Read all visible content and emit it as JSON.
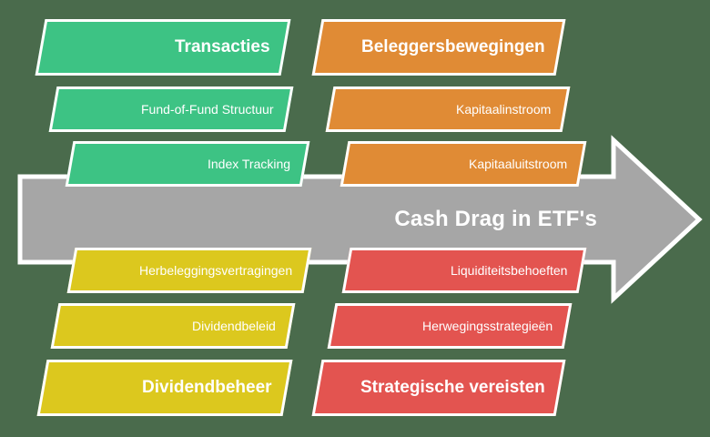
{
  "diagram": {
    "type": "fishbone-arrow",
    "title": "Cash Drag in ETF's",
    "background_color": "#4a6b4c",
    "arrow_color": "#a6a6a6",
    "border_color": "#ffffff",
    "text_color": "#ffffff"
  },
  "arrow": {
    "label": "Cash Drag in ETF's"
  },
  "branches": [
    {
      "id": "transacties",
      "color": "#3dc384",
      "position": "top-left",
      "header": "Transacties",
      "items": [
        "Fund-of-Fund Structuur",
        "Index Tracking"
      ]
    },
    {
      "id": "beleggersbewegingen",
      "color": "#e08b35",
      "position": "top-right",
      "header": "Beleggersbewegingen",
      "items": [
        "Kapitaalinstroom",
        "Kapitaaluitstroom"
      ]
    },
    {
      "id": "dividendbeheer",
      "color": "#dcc81e",
      "position": "bottom-left",
      "header": "Dividendbeheer",
      "items": [
        "Herbeleggingsvertragingen",
        "Dividendbeleid"
      ]
    },
    {
      "id": "strategische-vereisten",
      "color": "#e35450",
      "position": "bottom-right",
      "header": "Strategische vereisten",
      "items": [
        "Liquiditeitsbehoeften",
        "Herwegingsstrategieën"
      ]
    }
  ]
}
